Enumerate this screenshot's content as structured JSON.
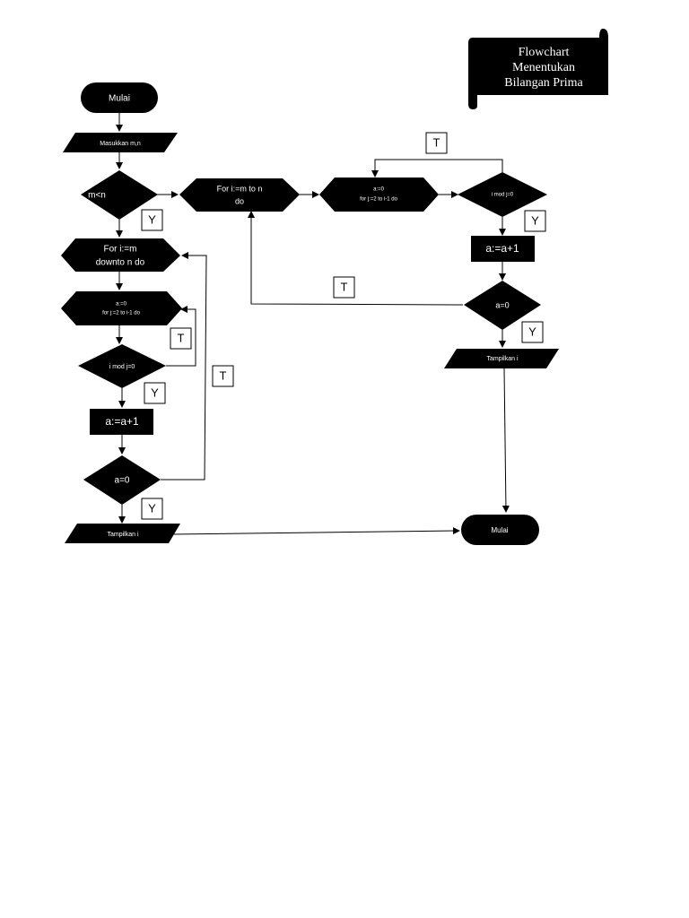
{
  "title_banner": [
    "Flowchart",
    "Menentukan",
    "Bilangan Prima"
  ],
  "left": {
    "start": "Mulai",
    "input": "Masukkan m,n",
    "cond_mn": "m<n",
    "for_down": [
      "For i:=m",
      "downto n do"
    ],
    "inner_loop": [
      "a:=0",
      "for j:=2 to i-1 do"
    ],
    "cond_mod": "i mod j=0",
    "increment": "a:=a+1",
    "cond_a0": "a=0",
    "output": "Tampilkan i"
  },
  "right": {
    "for_up": [
      "For i:=m to n",
      "do"
    ],
    "inner_loop": [
      "a:=0",
      "for j:=2 to i-1 do"
    ],
    "cond_mod": "i mod j=0",
    "increment": "a:=a+1",
    "cond_a0": "a=0",
    "output": "Tampilkan i",
    "end": "Mulai"
  },
  "branch_labels": {
    "yes": "Y",
    "no": "T"
  }
}
